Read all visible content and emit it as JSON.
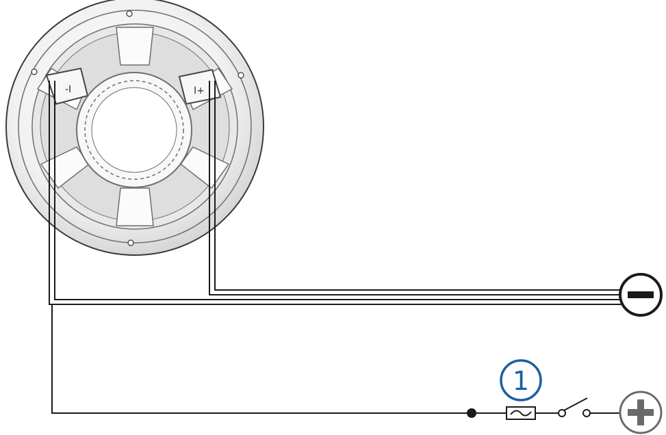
{
  "diagram": {
    "callout": {
      "label": "1",
      "color": "#1a5fa0"
    },
    "terminals": {
      "negative": {
        "symbol": "minus"
      },
      "positive": {
        "symbol": "plus"
      }
    },
    "colors": {
      "wire": "#1a1a1a",
      "speaker_face": "#f4f4f4",
      "speaker_line": "#6e6e6e"
    }
  }
}
